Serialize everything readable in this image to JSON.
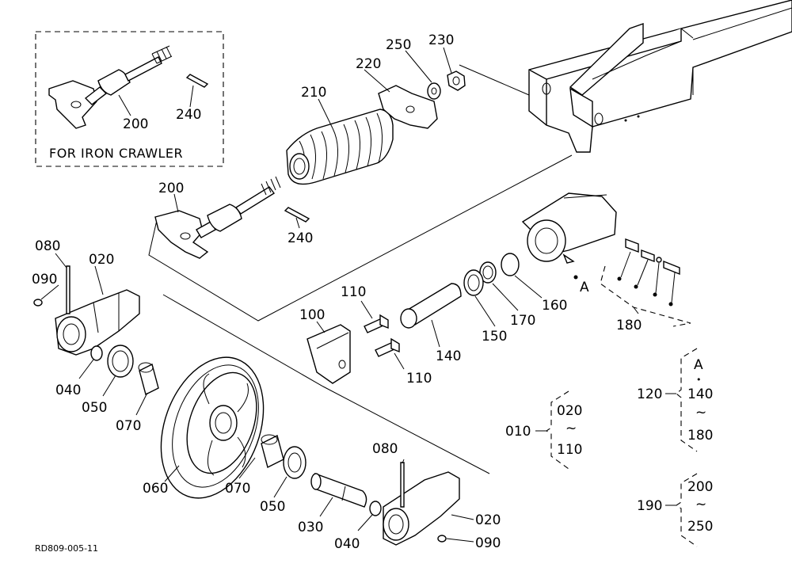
{
  "inset": {
    "title": "FOR IRON CRAWLER",
    "part_rod": "200",
    "part_pin": "240"
  },
  "spring_group": {
    "spring": "210",
    "plate": "220",
    "washer": "250",
    "nut": "230",
    "rod": "200",
    "pin": "240"
  },
  "cylinder_group": {
    "bracket": "100",
    "bolt_upper": "110",
    "bolt_lower": "110",
    "cylinder": "140",
    "packing": "150",
    "backup_ring": "170",
    "o_ring": "160",
    "point_a": "A",
    "grease_fitting": "180"
  },
  "idler_group": {
    "pin": "080",
    "frame_left": "020",
    "plug_left": "090",
    "o_ring_left": "040",
    "seal_left": "050",
    "bushing_left": "070",
    "wheel": "060",
    "bushing_right": "070",
    "seal_right": "050",
    "shaft": "030",
    "o_ring_right": "040",
    "pin_right": "080",
    "frame_right": "020",
    "plug_right": "090"
  },
  "legend": {
    "g010": {
      "id": "010",
      "from": "020",
      "tilde": "~",
      "to": "110"
    },
    "g120": {
      "id": "120",
      "a": "A",
      "dot": "•",
      "from": "140",
      "tilde": "~",
      "to": "180"
    },
    "g190": {
      "id": "190",
      "from": "200",
      "tilde": "~",
      "to": "250"
    }
  },
  "footer": {
    "code": "RD809-005-11"
  }
}
